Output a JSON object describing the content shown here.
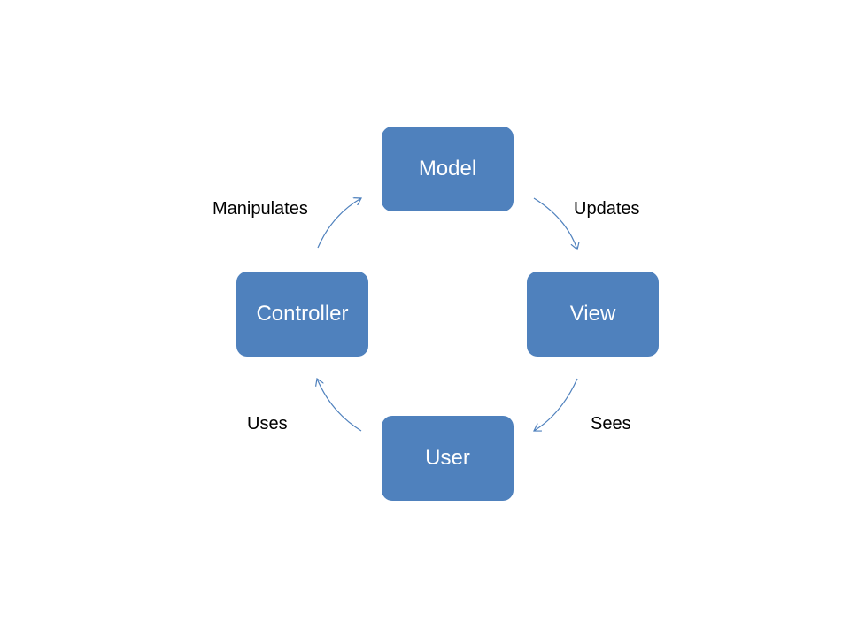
{
  "nodes": {
    "model": "Model",
    "view": "View",
    "user": "User",
    "controller": "Controller"
  },
  "edges": {
    "model_to_view": "Updates",
    "view_to_user": "Sees",
    "user_to_controller": "Uses",
    "controller_to_model": "Manipulates"
  },
  "colors": {
    "node_fill": "#4f81bd",
    "node_text": "#ffffff",
    "arrow": "#4f81bd",
    "label_text": "#000000"
  }
}
